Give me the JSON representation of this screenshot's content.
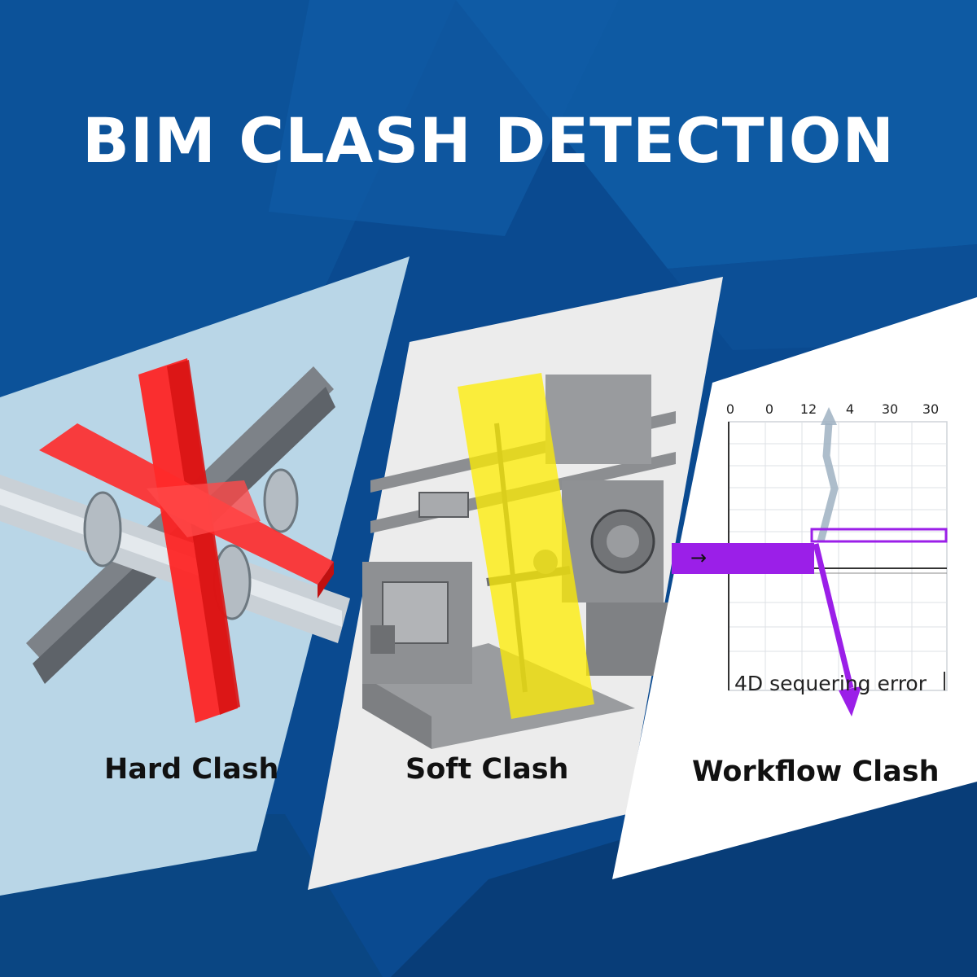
{
  "header": {
    "title": "BIM CLASH DETECTION"
  },
  "panels": [
    {
      "label": "Hard Clash",
      "highlight_color": "#ff1f1f"
    },
    {
      "label": "Soft Clash",
      "highlight_color": "#ffee00"
    },
    {
      "label": "Workflow Clash",
      "highlight_color": "#9b1fe8"
    }
  ],
  "workflow_chart": {
    "tick_labels": [
      "0",
      "0",
      "12",
      "4",
      "30",
      "30"
    ],
    "error_label": "4D sequering error",
    "arrow_glyph": "→"
  },
  "colors": {
    "background": "#0b4d93",
    "panel1_bg": "#b8d5e6",
    "panel2_bg": "#ececec",
    "panel3_bg": "#ffffff"
  }
}
